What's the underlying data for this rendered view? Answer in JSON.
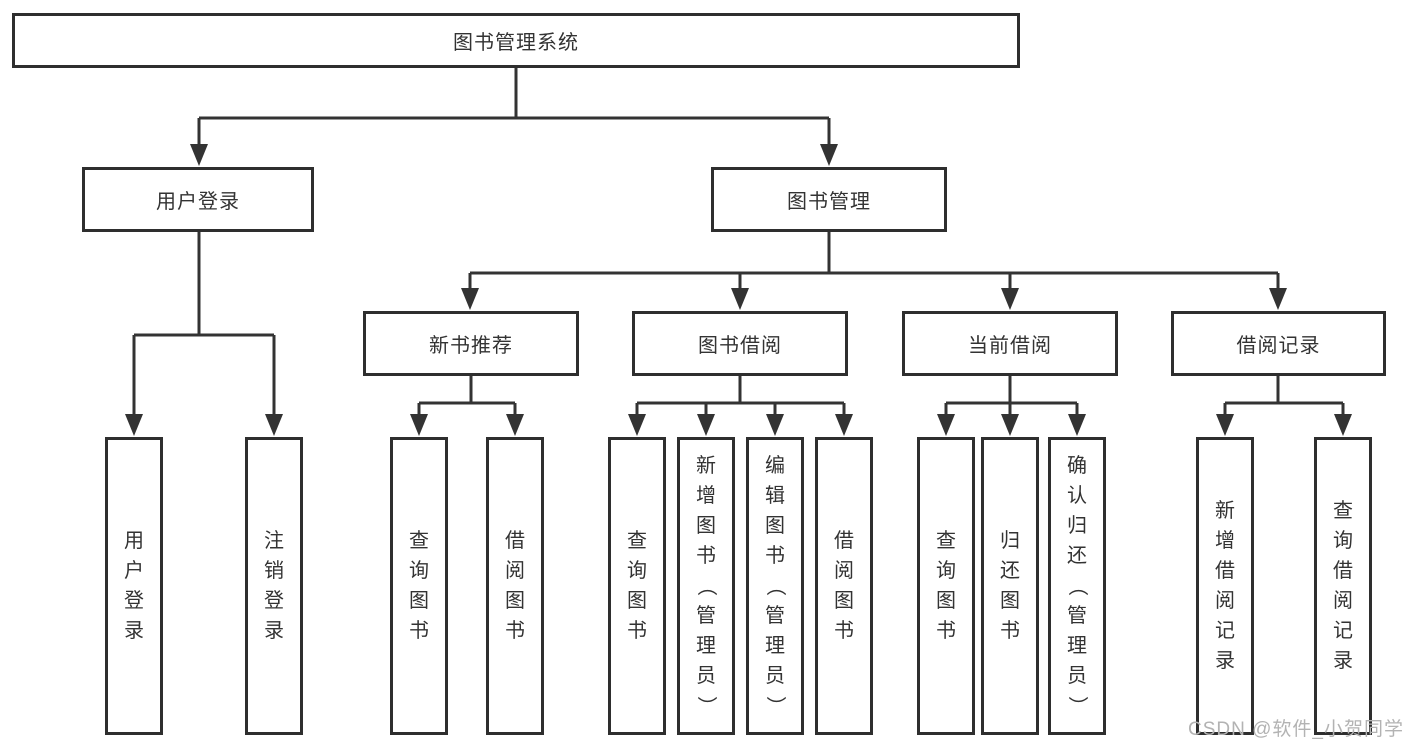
{
  "tree": {
    "label": "图书管理系统",
    "children": [
      {
        "label": "用户登录",
        "children": [
          {
            "label": "用户登录"
          },
          {
            "label": "注销登录"
          }
        ]
      },
      {
        "label": "图书管理",
        "children": [
          {
            "label": "新书推荐",
            "children": [
              {
                "label": "查询图书"
              },
              {
                "label": "借阅图书"
              }
            ]
          },
          {
            "label": "图书借阅",
            "children": [
              {
                "label": "查询图书"
              },
              {
                "label": "新增图书（管理员）"
              },
              {
                "label": "编辑图书（管理员）"
              },
              {
                "label": "借阅图书"
              }
            ]
          },
          {
            "label": "当前借阅",
            "children": [
              {
                "label": "查询图书"
              },
              {
                "label": "归还图书"
              },
              {
                "label": "确认归还（管理员）"
              }
            ]
          },
          {
            "label": "借阅记录",
            "children": [
              {
                "label": "新增借阅记录"
              },
              {
                "label": "查询借阅记录"
              }
            ]
          }
        ]
      }
    ]
  },
  "watermark": "CSDN @软件_小贺同学",
  "colors": {
    "line": "#333333",
    "box_border": "#2e2e2e",
    "text": "#333333",
    "watermark": "#b3b3b3",
    "background": "#ffffff"
  }
}
